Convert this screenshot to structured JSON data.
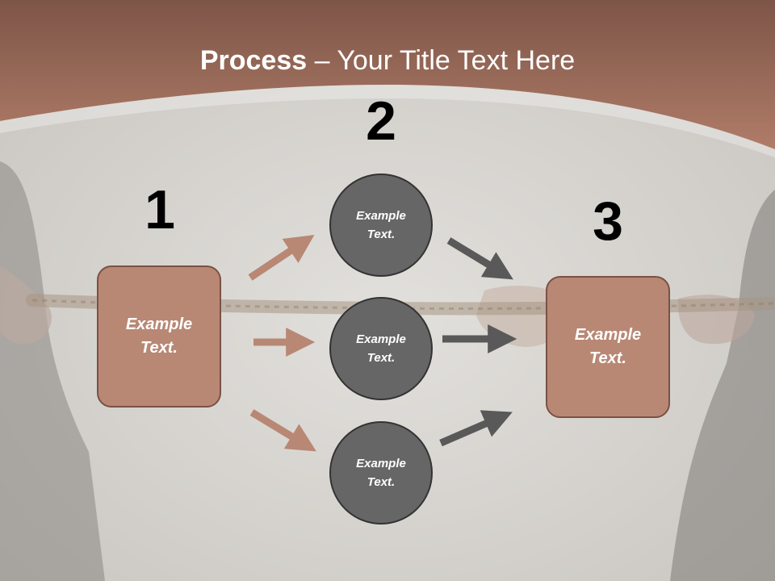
{
  "title": {
    "bold": "Process",
    "rest": " – Your Title Text Here"
  },
  "steps": {
    "one": "1",
    "two": "2",
    "three": "3"
  },
  "boxes": {
    "left": {
      "line1": "Example",
      "line2": "Text."
    },
    "right": {
      "line1": "Example",
      "line2": "Text."
    }
  },
  "circles": [
    {
      "line1": "Example",
      "line2": "Text."
    },
    {
      "line1": "Example",
      "line2": "Text."
    },
    {
      "line1": "Example",
      "line2": "Text."
    }
  ],
  "colors": {
    "header": "#a8725f",
    "box_fill": "#b88875",
    "circle_fill": "#666666",
    "arrow_left": "#b88875",
    "arrow_right": "#595959"
  }
}
